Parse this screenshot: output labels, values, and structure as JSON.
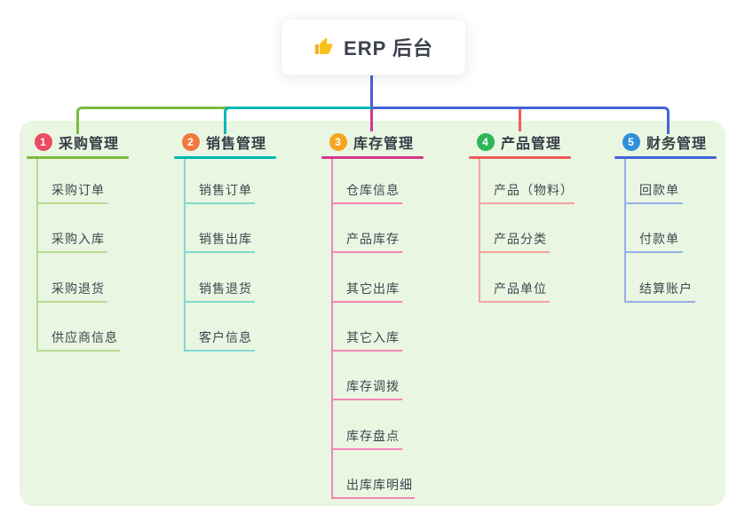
{
  "root": {
    "title": "ERP 后台",
    "icon": "thumbs-up-icon",
    "icon_color": "#f7b31f",
    "line_color": "#4c5cd4"
  },
  "panel_color": "#e9f6e2",
  "branches": [
    {
      "num": "1",
      "title": "采购管理",
      "circle_color": "#ea4c62",
      "line_color": "#7cb93e",
      "child_line_color": "#b7db90",
      "children": [
        "采购订单",
        "采购入库",
        "采购退货",
        "供应商信息"
      ]
    },
    {
      "num": "2",
      "title": "销售管理",
      "circle_color": "#f2793e",
      "line_color": "#00b8b4",
      "child_line_color": "#82d9cf",
      "children": [
        "销售订单",
        "销售出库",
        "销售退货",
        "客户信息"
      ]
    },
    {
      "num": "3",
      "title": "库存管理",
      "circle_color": "#f7a521",
      "line_color": "#d6368f",
      "child_line_color": "#f285b8",
      "children": [
        "仓库信息",
        "产品库存",
        "其它出库",
        "其它入库",
        "库存调拨",
        "库存盘点",
        "出库库明细"
      ]
    },
    {
      "num": "4",
      "title": "产品管理",
      "circle_color": "#2fb757",
      "line_color": "#f25b5b",
      "child_line_color": "#f8a2a2",
      "children": [
        "产品（物料）",
        "产品分类",
        "产品单位"
      ]
    },
    {
      "num": "5",
      "title": "财务管理",
      "circle_color": "#2f8fdd",
      "line_color": "#4463d9",
      "child_line_color": "#97afe8",
      "children": [
        "回款单",
        "付款单",
        "结算账户"
      ]
    }
  ]
}
